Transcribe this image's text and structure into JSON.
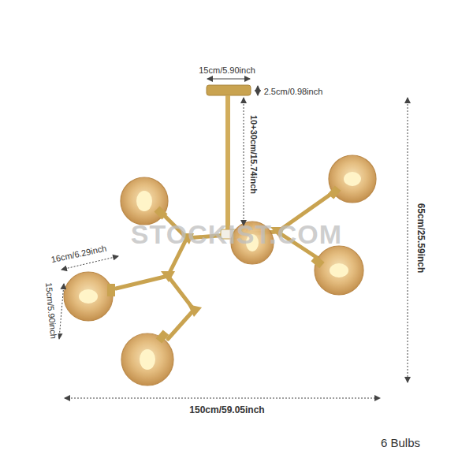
{
  "diagram": {
    "labels": [
      "15cm/5.90inch",
      "2.5cm/0.98inch",
      "10+30cm/15.74inch",
      "STOCKIST.COM",
      "16cm/6.29inch",
      "15cm/5.90inch",
      "65cm/25.59inch",
      "150cm/59.05inch",
      "6 Bulbs"
    ]
  }
}
